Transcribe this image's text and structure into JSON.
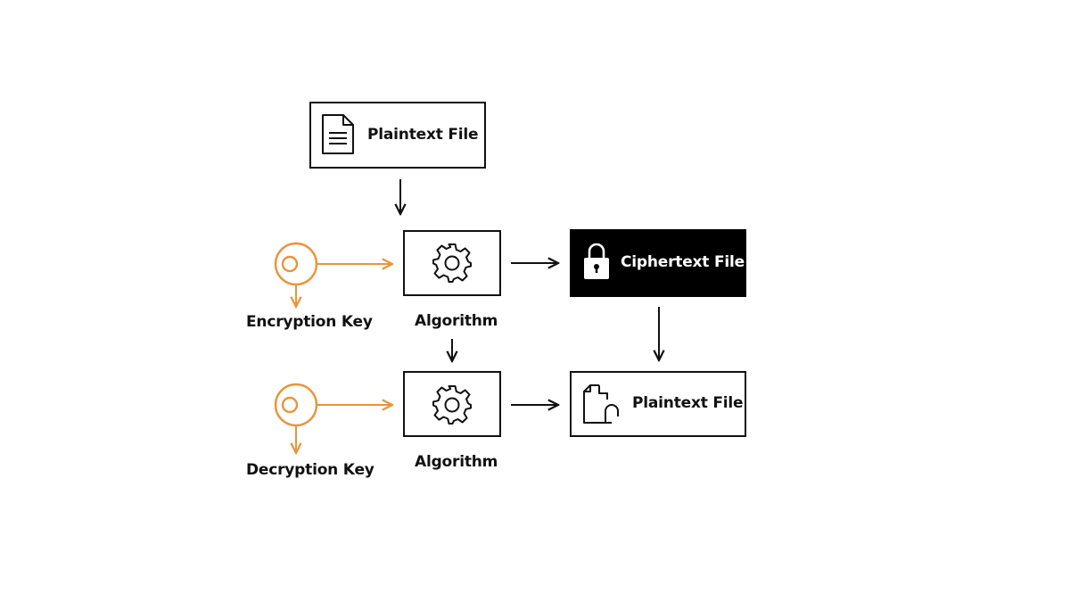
{
  "nodes": {
    "plaintext_in": {
      "label": "Plaintext File",
      "icon": "document-icon"
    },
    "algorithm_encrypt": {
      "label": "Algorithm",
      "icon": "gear-icon"
    },
    "ciphertext": {
      "label": "Ciphertext File",
      "icon": "lock-icon"
    },
    "algorithm_decrypt": {
      "label": "Algorithm",
      "icon": "gear-icon"
    },
    "plaintext_out": {
      "label": "Plaintext File",
      "icon": "document-unlock-icon"
    }
  },
  "keys": {
    "encryption": {
      "label": "Encryption Key",
      "icon": "key-icon"
    },
    "decryption": {
      "label": "Decryption Key",
      "icon": "key-icon"
    }
  },
  "colors": {
    "key_accent": "#e8953a",
    "line": "#111111",
    "ciphertext_fill": "#000000",
    "background": "#ffffff"
  }
}
